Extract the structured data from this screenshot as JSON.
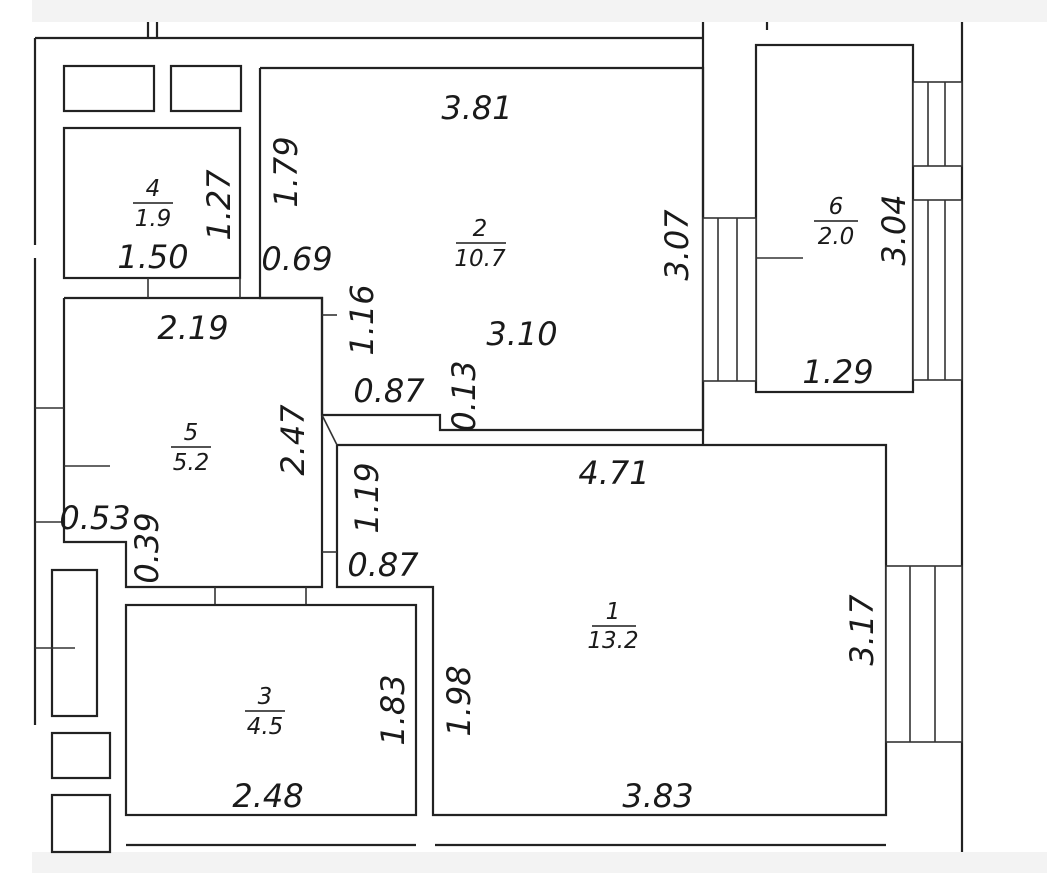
{
  "plan": {
    "rooms": [
      {
        "id": "1",
        "number": "1",
        "area": "13.2"
      },
      {
        "id": "2",
        "number": "2",
        "area": "10.7"
      },
      {
        "id": "3",
        "number": "3",
        "area": "4.5"
      },
      {
        "id": "4",
        "number": "4",
        "area": "1.9"
      },
      {
        "id": "5",
        "number": "5",
        "area": "5.2"
      },
      {
        "id": "6",
        "number": "6",
        "area": "2.0"
      }
    ],
    "dimensions": [
      "3.81",
      "1.79",
      "0.69",
      "3.07",
      "1.16",
      "3.10",
      "0.87",
      "0.13",
      "3.04",
      "1.29",
      "1.27",
      "1.50",
      "2.19",
      "2.47",
      "4.71",
      "1.19",
      "0.53",
      "0.39",
      "0.87",
      "3.17",
      "1.98",
      "1.83",
      "2.48",
      "3.83"
    ]
  }
}
